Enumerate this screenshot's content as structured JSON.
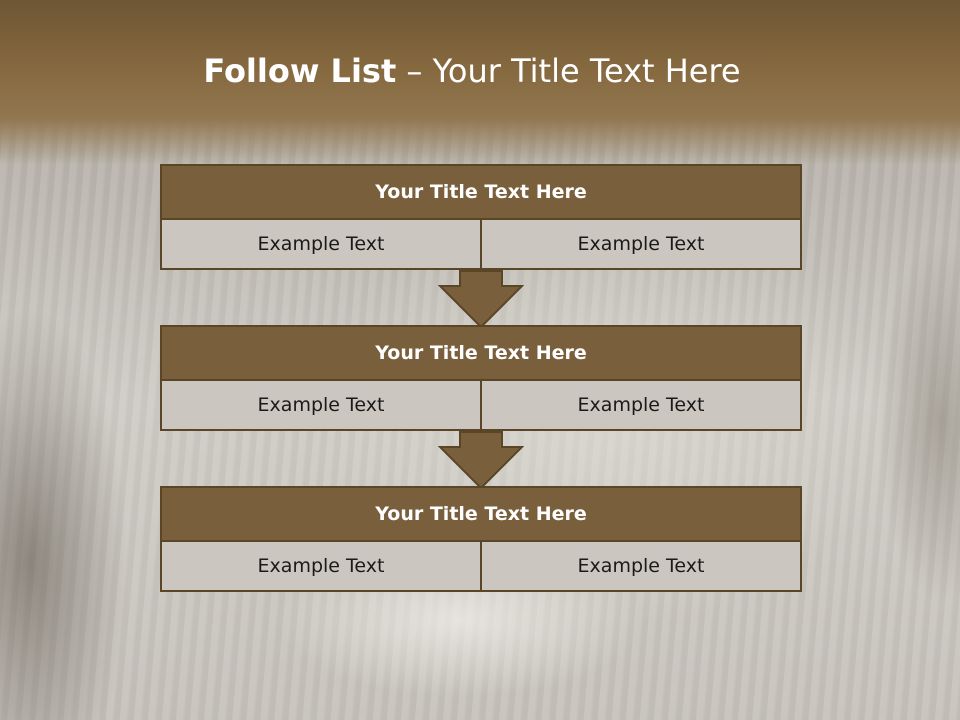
{
  "slide": {
    "title_bold": "Follow List",
    "title_rest": " – Your Title Text Here"
  },
  "steps": [
    {
      "title": "Your Title Text Here",
      "left": "Example Text",
      "right": "Example Text"
    },
    {
      "title": "Your Title Text Here",
      "left": "Example Text",
      "right": "Example Text"
    },
    {
      "title": "Your Title Text Here",
      "left": "Example Text",
      "right": "Example Text"
    }
  ],
  "colors": {
    "header_fill": "#7a5f3d",
    "border": "#5a4527",
    "cell_fill": "#cbc6bf"
  }
}
